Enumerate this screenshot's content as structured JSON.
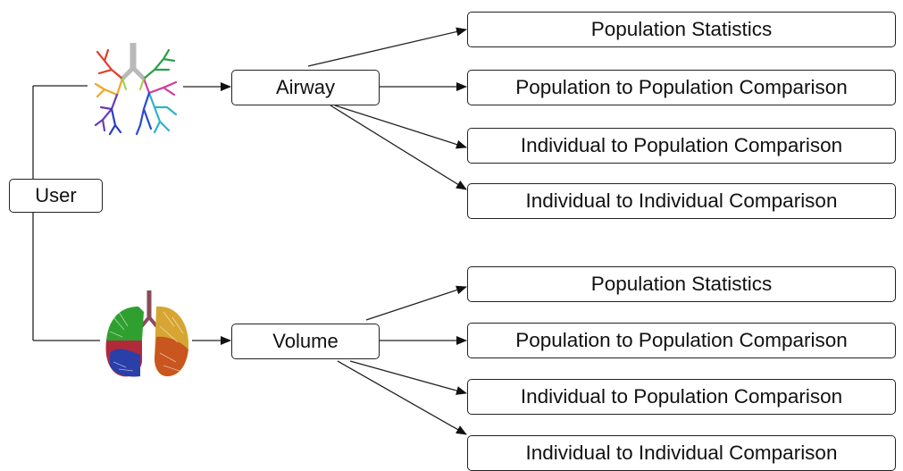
{
  "root": {
    "label": "User"
  },
  "branches": [
    {
      "id": "airway",
      "label": "Airway",
      "icon": "airway-tree-icon",
      "outputs": [
        "Population Statistics",
        "Population to Population Comparison",
        "Individual to Population Comparison",
        "Individual to Individual Comparison"
      ]
    },
    {
      "id": "volume",
      "label": "Volume",
      "icon": "lung-volume-icon",
      "outputs": [
        "Population Statistics",
        "Population to Population Comparison",
        "Individual to Population Comparison",
        "Individual to Individual Comparison"
      ]
    }
  ]
}
